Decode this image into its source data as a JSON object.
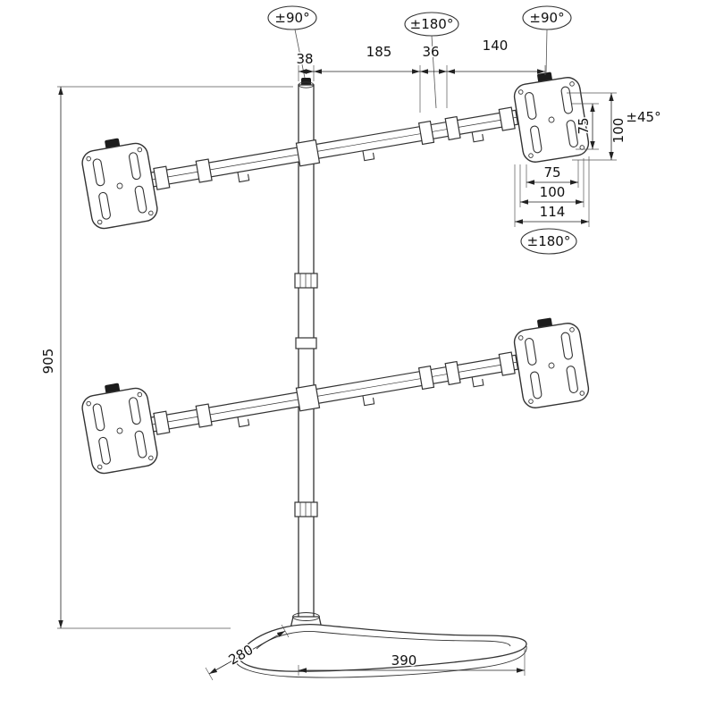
{
  "page": {
    "background": "#ffffff",
    "line_color": "#333333"
  },
  "drawing": {
    "subject": "Quad monitor desk stand - dimensional line drawing",
    "angle_labels": {
      "pole": "±90°",
      "arm": "±180°",
      "vesa": "±90°",
      "tilt": "±45°",
      "rotate": "±180°"
    },
    "dimensions": {
      "d38": "38",
      "d185": "185",
      "d36": "36",
      "d140": "140",
      "v75": "75",
      "v100": "100",
      "h75": "75",
      "h100": "100",
      "d114": "114",
      "d905": "905",
      "d280": "280",
      "d390": "390"
    }
  }
}
